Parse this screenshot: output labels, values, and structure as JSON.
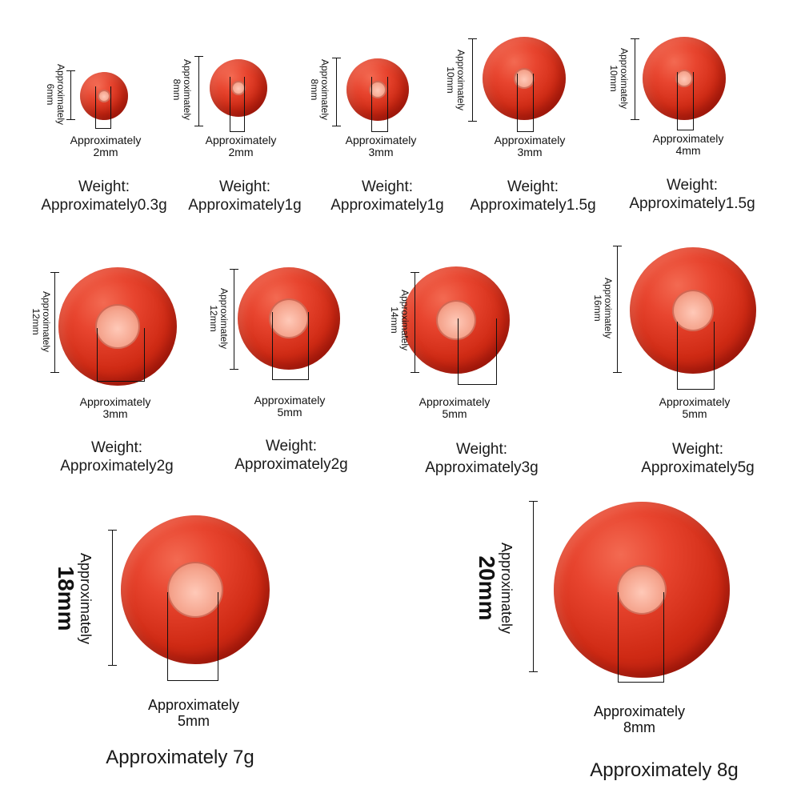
{
  "beads": [
    {
      "diameter_label": "Approximately",
      "diameter_value": "6mm",
      "hole_label": "Approximately",
      "hole_value": "2mm",
      "weight_label": "Weight:",
      "weight_value": "Approximately0.3g"
    },
    {
      "diameter_label": "Approximately",
      "diameter_value": "8mm",
      "hole_label": "Approximately",
      "hole_value": "2mm",
      "weight_label": "Weight:",
      "weight_value": "Approximately1g"
    },
    {
      "diameter_label": "Approximately",
      "diameter_value": "8mm",
      "hole_label": "Approximately",
      "hole_value": "3mm",
      "weight_label": "Weight:",
      "weight_value": "Approximately1g"
    },
    {
      "diameter_label": "Approximately",
      "diameter_value": "10mm",
      "hole_label": "Approximately",
      "hole_value": "3mm",
      "weight_label": "Weight:",
      "weight_value": "Approximately1.5g"
    },
    {
      "diameter_label": "Approximately",
      "diameter_value": "10mm",
      "hole_label": "Approximately",
      "hole_value": "4mm",
      "weight_label": "Weight:",
      "weight_value": "Approximately1.5g"
    },
    {
      "diameter_label": "Approximately",
      "diameter_value": "12mm",
      "hole_label": "Approximately",
      "hole_value": "3mm",
      "weight_label": "Weight:",
      "weight_value": "Approximately2g"
    },
    {
      "diameter_label": "Approximately",
      "diameter_value": "12mm",
      "hole_label": "Approximately",
      "hole_value": "5mm",
      "weight_label": "Weight:",
      "weight_value": "Approximately2g"
    },
    {
      "diameter_label": "Approximately",
      "diameter_value": "14mm",
      "hole_label": "Approximately",
      "hole_value": "5mm",
      "weight_label": "Weight:",
      "weight_value": "Approximately3g"
    },
    {
      "diameter_label": "Approximately",
      "diameter_value": "16mm",
      "hole_label": "Approximately",
      "hole_value": "5mm",
      "weight_label": "Weight:",
      "weight_value": "Approximately5g"
    },
    {
      "diameter_label": "Approximately",
      "diameter_value": "18mm",
      "hole_label": "Approximately",
      "hole_value": "5mm",
      "weight_label": "",
      "weight_value": "Approximately 7g"
    },
    {
      "diameter_label": "Approximately",
      "diameter_value": "20mm",
      "hole_label": "Approximately",
      "hole_value": "8mm",
      "weight_label": "",
      "weight_value": "Approximately 8g"
    }
  ],
  "colors": {
    "bead": "#d63a22",
    "hole": "#f7b3a0",
    "line": "#111111"
  }
}
